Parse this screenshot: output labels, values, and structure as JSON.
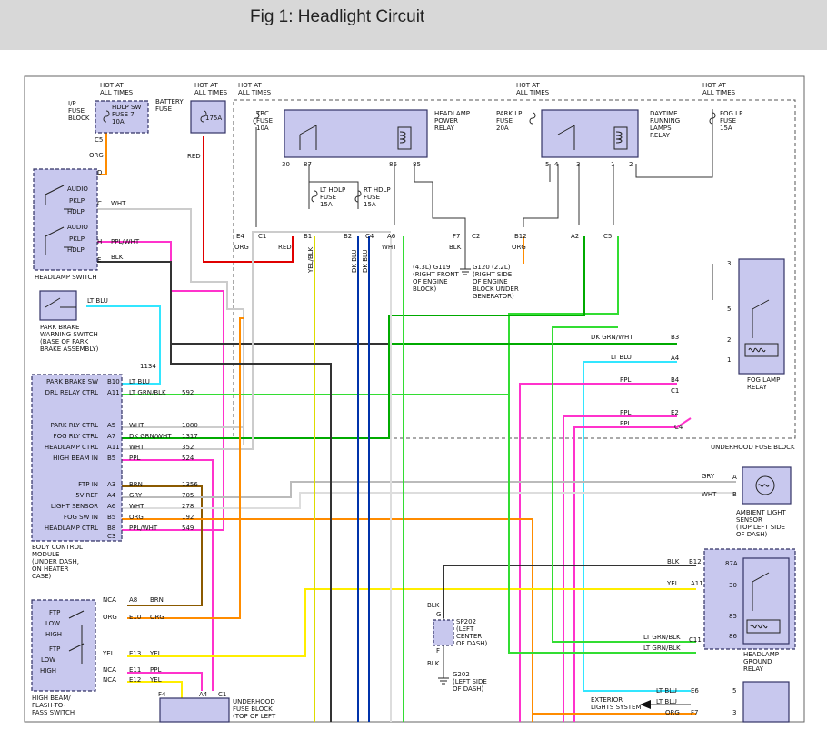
{
  "title": "Fig 1: Headlight Circuit",
  "colors": {
    "header_bg": "#d8d8d8",
    "module_fill": "#c8c8ee",
    "module_stroke": "#333366"
  },
  "labels": [
    {
      "id": "hot1",
      "lines": [
        "HOT AT",
        "ALL TIMES"
      ]
    },
    {
      "id": "hot2",
      "lines": [
        "HOT AT",
        "ALL TIMES"
      ]
    },
    {
      "id": "hot3",
      "lines": [
        "HOT AT",
        "ALL TIMES"
      ]
    },
    {
      "id": "hot4",
      "lines": [
        "HOT AT",
        "ALL TIMES"
      ]
    },
    {
      "id": "hot5",
      "lines": [
        "HOT AT",
        "ALL TIMES"
      ]
    },
    {
      "id": "ip_fuse",
      "lines": [
        "I/P",
        "FUSE",
        "BLOCK"
      ]
    },
    {
      "id": "hdlp_sw_fuse",
      "lines": [
        "HDLP SW",
        "FUSE 7",
        "10A"
      ]
    },
    {
      "id": "battery_fuse",
      "lines": [
        "BATTERY",
        "FUSE"
      ]
    },
    {
      "id": "fuse175",
      "lines": [
        "175A"
      ]
    },
    {
      "id": "tbc_fuse",
      "lines": [
        "TBC",
        "FUSE",
        "10A"
      ]
    },
    {
      "id": "hp_relay",
      "lines": [
        "HEADLAMP",
        "POWER",
        "RELAY"
      ]
    },
    {
      "id": "parklp_fuse",
      "lines": [
        "PARK LP",
        "FUSE",
        "20A"
      ]
    },
    {
      "id": "drl_relay",
      "lines": [
        "DAYTIME",
        "RUNNING",
        "LAMPS",
        "RELAY"
      ]
    },
    {
      "id": "foglp_fuse",
      "lines": [
        "FOG LP",
        "FUSE",
        "15A"
      ]
    },
    {
      "id": "lt_hdlp_fuse",
      "lines": [
        "LT HDLP",
        "FUSE",
        "15A"
      ]
    },
    {
      "id": "rt_hdlp_fuse",
      "lines": [
        "RT HDLP",
        "FUSE",
        "15A"
      ]
    },
    {
      "id": "headlamp_switch",
      "lines": [
        "HEADLAMP SWITCH"
      ]
    },
    {
      "id": "hs_audio1",
      "lines": [
        "AUDIO"
      ]
    },
    {
      "id": "hs_pklp1",
      "lines": [
        "PKLP"
      ]
    },
    {
      "id": "hs_hdlp1",
      "lines": [
        "HDLP"
      ]
    },
    {
      "id": "hs_audio2",
      "lines": [
        "AUDIO"
      ]
    },
    {
      "id": "hs_pklp2",
      "lines": [
        "PKLP"
      ]
    },
    {
      "id": "hs_hdlp2",
      "lines": [
        "HDLP"
      ]
    },
    {
      "id": "park_brake",
      "lines": [
        "PARK BRAKE",
        "WARNING SWITCH",
        "(BASE OF PARK",
        "BRAKE ASSEMBLY)"
      ]
    },
    {
      "id": "g119",
      "lines": [
        "(4.3L)  G119",
        "(RIGHT FRONT",
        "OF ENGINE",
        "BLOCK)"
      ]
    },
    {
      "id": "g120",
      "lines": [
        "G120  (2.2L)",
        "(RIGHT SIDE",
        "OF ENGINE",
        "BLOCK UNDER",
        "GENERATOR)"
      ]
    },
    {
      "id": "fog_lamp_relay",
      "lines": [
        "FOG LAMP",
        "RELAY"
      ]
    },
    {
      "id": "underhood_fuse_block",
      "lines": [
        "UNDERHOOD FUSE BLOCK"
      ]
    },
    {
      "id": "bcm",
      "lines": [
        "BODY CONTROL",
        "MODULE",
        "(UNDER DASH,",
        "ON HEATER",
        "CASE)"
      ]
    },
    {
      "id": "ambient_sensor",
      "lines": [
        "AMBIENT LIGHT",
        "SENSOR",
        "(TOP LEFT SIDE",
        "OF DASH)"
      ]
    },
    {
      "id": "hb_switch",
      "lines": [
        "HIGH BEAM/",
        "FLASH-TO-",
        "PASS SWITCH"
      ]
    },
    {
      "id": "sp202",
      "lines": [
        "SP202",
        "(LEFT",
        "CENTER",
        "OF DASH)"
      ]
    },
    {
      "id": "g202",
      "lines": [
        "G202",
        "(LEFT SIDE",
        "OF DASH)"
      ]
    },
    {
      "id": "hg_relay",
      "lines": [
        "HEADLAMP",
        "GROUND",
        "RELAY"
      ]
    },
    {
      "id": "ext_lights",
      "lines": [
        "EXTERIOR",
        "LIGHTS SYSTEM"
      ]
    },
    {
      "id": "uh_fuse_block_bottom",
      "lines": [
        "UNDERHOOD",
        "FUSE BLOCK",
        "(TOP OF LEFT"
      ]
    }
  ],
  "bcm_pins": [
    {
      "pin": "B10",
      "name": "PARK BRAKE SW",
      "wire": "LT BLU",
      "circuit": ""
    },
    {
      "pin": "A11",
      "name": "DRL RELAY CTRL",
      "wire": "LT GRN/BLK",
      "circuit": "592"
    },
    {
      "pin": "A5",
      "name": "PARK RLY CTRL",
      "wire": "WHT",
      "circuit": "1080"
    },
    {
      "pin": "A7",
      "name": "FOG RLY CTRL",
      "wire": "DK GRN/WHT",
      "circuit": "1317"
    },
    {
      "pin": "A11",
      "name": "HEADLAMP CTRL",
      "wire": "WHT",
      "circuit": "352"
    },
    {
      "pin": "B5",
      "name": "HIGH BEAM IN",
      "wire": "PPL",
      "circuit": "524"
    },
    {
      "pin": "A3",
      "name": "FTP IN",
      "wire": "BRN",
      "circuit": "1356"
    },
    {
      "pin": "A4",
      "name": "5V REF",
      "wire": "GRY",
      "circuit": "705"
    },
    {
      "pin": "A6",
      "name": "LIGHT SENSOR",
      "wire": "WHT",
      "circuit": "278"
    },
    {
      "pin": "B5",
      "name": "FOG SW IN",
      "wire": "ORG",
      "circuit": "192"
    },
    {
      "pin": "B8",
      "name": "HEADLAMP CTRL",
      "wire": "PPL/WHT",
      "circuit": "549"
    }
  ],
  "misc_text": {
    "c5": "C5",
    "org": "ORG",
    "red": "RED",
    "c1": "C1",
    "c2": "C2",
    "c3": "C3",
    "c4": "C4",
    "n1134": "1134",
    "wht": "WHT",
    "ppl_wht": "PPL/WHT",
    "blk": "BLK",
    "lt_blu": "LT BLU",
    "gry": "GRY",
    "yel": "YEL",
    "ppl": "PPL",
    "dk_grn_wht": "DK GRN/WHT",
    "lt_grn_blk": "LT GRN/BLK",
    "brn": "BRN",
    "nca": "NCA",
    "yel_blk": "YEL/BLK",
    "dk_blu": "DK BLU",
    "lt_grn_blk2": "LT GRN/ BLK",
    "dk_grn_wht2": "DK GRN/ WHT"
  }
}
